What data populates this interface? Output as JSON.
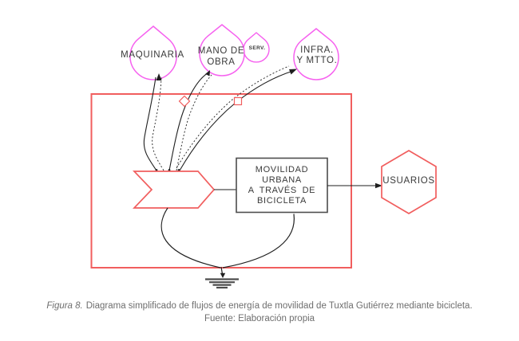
{
  "diagram": {
    "sources": {
      "maquinaria": {
        "label": "MAQUINARIA"
      },
      "mano_de_obra": {
        "line1": "MANO DE",
        "line2": "OBRA"
      },
      "serv": {
        "label": "SERV."
      },
      "infra": {
        "line1": "INFRA.",
        "line2": "Y MTTO."
      }
    },
    "process_box": {
      "line1": "MOVILIDAD",
      "line2": "URBANA",
      "line3": "A TRAVÉS DE",
      "line4": "BICICLETA"
    },
    "consumer": {
      "label": "USUARIOS"
    }
  },
  "caption": {
    "figure_label": "Figura 8.",
    "description": "Diagrama simplificado de flujos de energía de movilidad de Tuxtla Gutiérrez mediante bicicleta.",
    "source_line": "Fuente: Elaboración propia"
  },
  "colors": {
    "source_outline": "#f661ef",
    "system_boundary": "#f15e5e",
    "flow_line": "#1f1f1f",
    "box_border": "#4d4d4d",
    "diagram_text": "#3a3a3a",
    "caption_text": "#6e6e6e"
  }
}
